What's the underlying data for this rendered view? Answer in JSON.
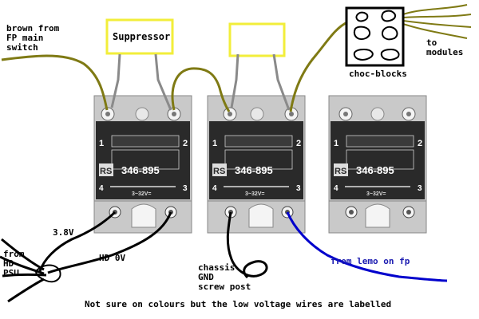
{
  "annotations": {
    "brown_from_line1": "brown from",
    "brown_from_line2": "FP main",
    "brown_from_line3": "switch",
    "suppressor": "Suppressor",
    "choc_blocks": "choc-blocks",
    "to_modules_line1": "to",
    "to_modules_line2": "modules",
    "v38": "3.8V",
    "from_hd_line1": "from",
    "from_hd_line2": "HD",
    "from_hd_line3": "PSU",
    "hd_0v": "HD 0V",
    "chassis_line1": "chassis",
    "chassis_line2": "GND",
    "chassis_line3": "screw post",
    "from_lemo": "from lemo on fp",
    "footer": "Not sure on colours but the low voltage wires are labelled"
  },
  "relays": [
    {
      "part": "346-895",
      "brand": "RS",
      "pin1": "1",
      "pin2": "2",
      "pin3": "3",
      "pin4": "4",
      "rating": "3~32V="
    },
    {
      "part": "346-895",
      "brand": "RS",
      "pin1": "1",
      "pin2": "2",
      "pin3": "3",
      "pin4": "4",
      "rating": "3~32V="
    },
    {
      "part": "346-895",
      "brand": "RS",
      "pin1": "1",
      "pin2": "2",
      "pin3": "3",
      "pin4": "4",
      "rating": "3~32V="
    }
  ],
  "colors": {
    "brown_wire": "#7f7a14",
    "grey_wire": "#8a8a8a",
    "yellow_box": "#f2ee3a",
    "blue_wire": "#0000cc",
    "black_wire": "#000000",
    "relay_body": "#2a2a2a",
    "relay_metal": "#c8c8c8"
  }
}
